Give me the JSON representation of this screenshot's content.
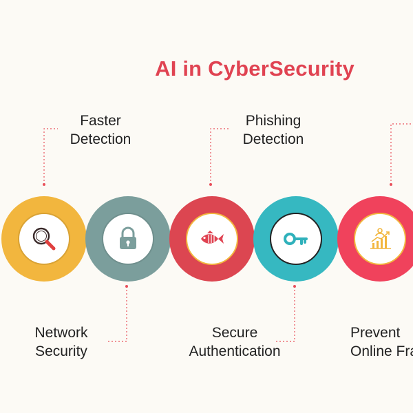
{
  "title": "AI in CyberSecurity",
  "items": [
    {
      "lines": [
        "Faster",
        "Detection"
      ],
      "icon": "magnifier-icon",
      "color": "#f2b63e"
    },
    {
      "lines": [
        "Network",
        "Security"
      ],
      "icon": "lock-icon",
      "color": "#7b9e9c"
    },
    {
      "lines": [
        "Phishing",
        "Detection"
      ],
      "icon": "fish-icon",
      "color": "#dc4651"
    },
    {
      "lines": [
        "Secure",
        "Authentication"
      ],
      "icon": "key-icon",
      "color": "#36b8c1"
    },
    {
      "lines": [
        "Prevent",
        "Online Fraud"
      ],
      "icon": "growth-chart-icon",
      "color": "#f0425c"
    }
  ]
}
